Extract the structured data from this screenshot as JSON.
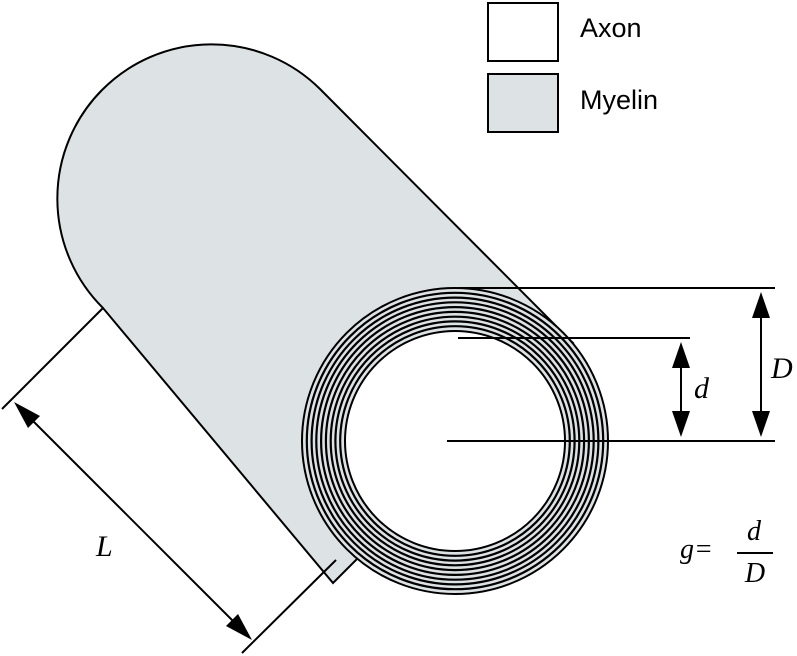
{
  "legend": {
    "items": [
      {
        "label": "Axon",
        "color": "#ffffff"
      },
      {
        "label": "Myelin",
        "color": "#dde3e4"
      }
    ]
  },
  "labels": {
    "length": "L",
    "inner_diameter": "d",
    "outer_diameter": "D",
    "ratio_lhs": "g=",
    "ratio_num": "d",
    "ratio_den": "D"
  },
  "colors": {
    "myelin": "#dde3e4",
    "axon": "#ffffff",
    "stroke": "#000000"
  }
}
